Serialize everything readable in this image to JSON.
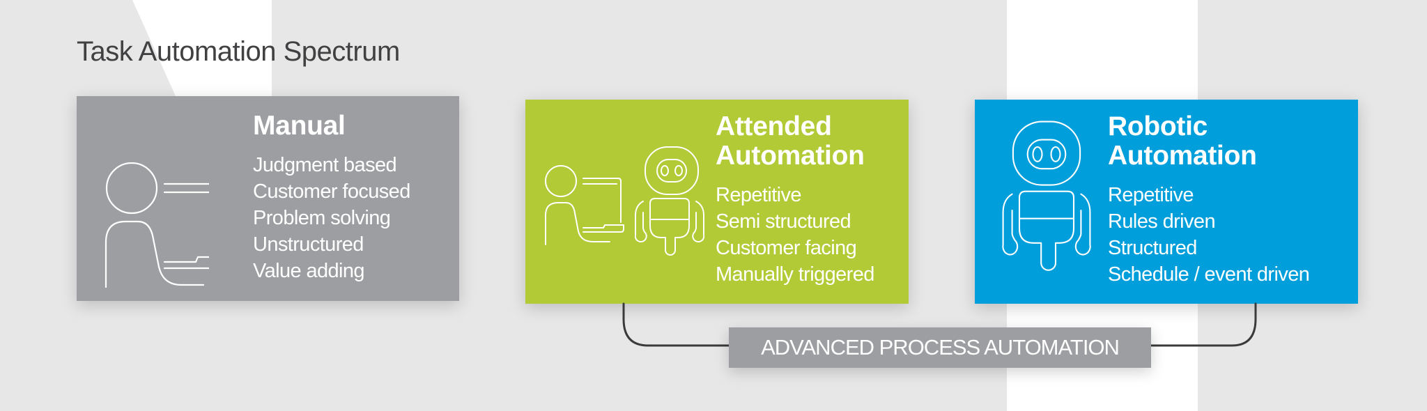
{
  "title": "Task Automation Spectrum",
  "colors": {
    "background": "#e7e7e7",
    "manual": "#9d9ea1",
    "attended": "#b2ca35",
    "robotic": "#009fdb",
    "label_box": "#9d9ea1",
    "connector": "#3a3a3c",
    "title_text": "#414042"
  },
  "cards": {
    "manual": {
      "heading": "Manual",
      "icon": "person-at-laptop-icon",
      "items": [
        "Judgment based",
        "Customer focused",
        "Problem solving",
        "Unstructured",
        "Value adding"
      ]
    },
    "attended": {
      "heading_line1": "Attended",
      "heading_line2": "Automation",
      "icons": [
        "person-at-laptop-icon",
        "robot-icon"
      ],
      "items": [
        "Repetitive",
        "Semi structured",
        "Customer facing",
        "Manually triggered"
      ]
    },
    "robotic": {
      "heading_line1": "Robotic",
      "heading_line2": "Automation",
      "icon": "robot-icon",
      "items": [
        "Repetitive",
        "Rules driven",
        "Structured",
        "Schedule / event driven"
      ]
    }
  },
  "bracket_label": "ADVANCED PROCESS AUTOMATION"
}
